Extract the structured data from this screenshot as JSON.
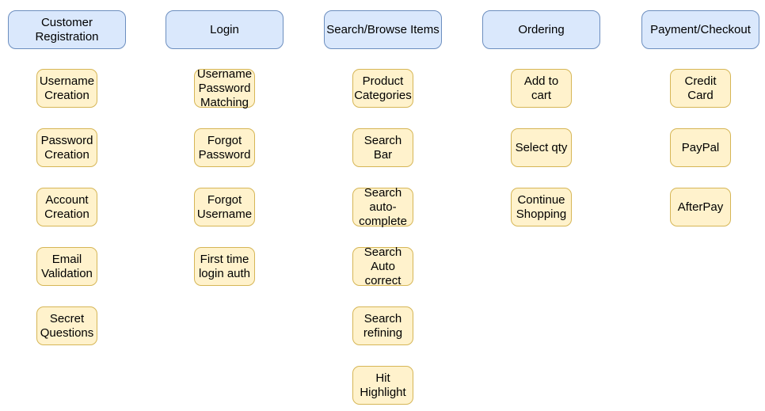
{
  "diagram": {
    "title": "E-commerce feature breakdown",
    "background": "#ffffff",
    "colors": {
      "header_fill": "#dae8fc",
      "header_border": "#6c8ebf",
      "item_fill": "#fff2cc",
      "item_border": "#d6b656",
      "text": "#000000"
    },
    "columns": [
      {
        "id": "customer-registration",
        "header": "Customer\nRegistration",
        "items": [
          "Username\nCreation",
          "Password\nCreation",
          "Account\nCreation",
          "Email\nValidation",
          "Secret\nQuestions"
        ]
      },
      {
        "id": "login",
        "header": "Login",
        "items": [
          "Username\nPassword\nMatching",
          "Forgot\nPassword",
          "Forgot\nUsername",
          "First time\nlogin auth"
        ]
      },
      {
        "id": "search-browse-items",
        "header": "Search/Browse Items",
        "items": [
          "Product\nCategories",
          "Search\nBar",
          "Search\nauto-\ncomplete",
          "Search\nAuto\ncorrect",
          "Search\nrefining",
          "Hit\nHighlight"
        ]
      },
      {
        "id": "ordering",
        "header": "Ordering",
        "items": [
          "Add to\ncart",
          "Select qty",
          "Continue\nShopping"
        ]
      },
      {
        "id": "payment-checkout",
        "header": "Payment/Checkout",
        "items": [
          "Credit\nCard",
          "PayPal",
          "AfterPay"
        ]
      }
    ]
  }
}
